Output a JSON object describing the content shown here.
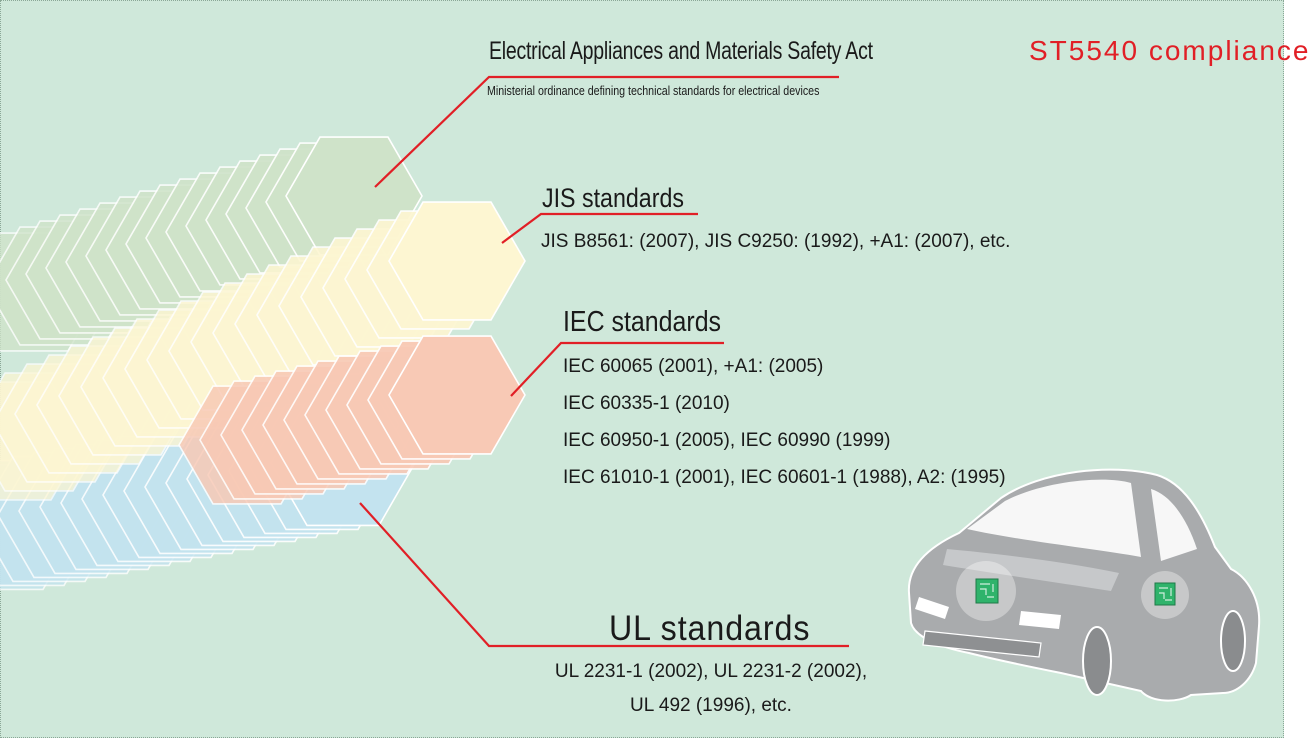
{
  "title": "ST5540 compliance",
  "categories": [
    {
      "key": "eam",
      "name": "Electrical Appliances and Materials Safety Act",
      "description": "Ministerial ordinance defining technical standards for electrical devices",
      "color": "#cfe3c9",
      "items": []
    },
    {
      "key": "jis",
      "name": "JIS standards",
      "color": "#fdf6d2",
      "items": [
        "JIS B8561: (2007), JIS C9250: (1992), +A1: (2007), etc."
      ]
    },
    {
      "key": "iec",
      "name": "IEC standards",
      "color": "#f8c9b5",
      "items": [
        "IEC 60065 (2001), +A1: (2005)",
        "IEC 60335-1 (2010)",
        "IEC 60950-1 (2005), IEC 60990 (1999)",
        "IEC 61010-1 (2001), IEC 60601-1 (1988), A2: (1995)"
      ]
    },
    {
      "key": "ul",
      "name": "UL standards",
      "color": "#c3e3ef",
      "items": [
        "UL 2231-1 (2002), UL 2231-2 (2002),",
        "UL 492 (1996), etc."
      ]
    }
  ],
  "colors": {
    "background": "#cfe8da",
    "leader_line": "#e11f26",
    "title": "#e11f26",
    "car_body": "#a9abad",
    "chip": "#2fb36b"
  },
  "icons": [
    "hexagon-stack",
    "car-illustration",
    "circuit-chip-icon"
  ]
}
